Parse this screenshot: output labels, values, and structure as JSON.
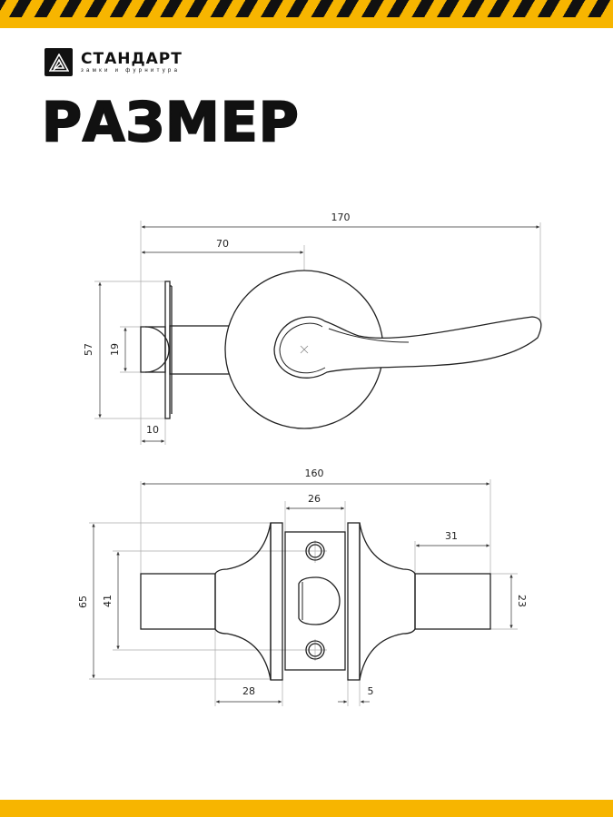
{
  "brand": {
    "name": "СТАНДАРТ",
    "tagline": "замки и фурнитура"
  },
  "title": "РАЗМЕР",
  "colors": {
    "accent": "#f7b500",
    "ink": "#111111"
  },
  "side_view": {
    "dimensions": {
      "overall_length": "170",
      "to_axis": "70",
      "rosette_height": "57",
      "latch_height": "19",
      "latch_depth": "10"
    }
  },
  "top_view": {
    "dimensions": {
      "overall_length": "160",
      "latch_plate_width": "26",
      "handle_length": "31",
      "handle_diameter": "23",
      "rosette_height": "65",
      "hole_spacing": "41",
      "flare_length": "28",
      "plate_thickness": "5"
    }
  }
}
